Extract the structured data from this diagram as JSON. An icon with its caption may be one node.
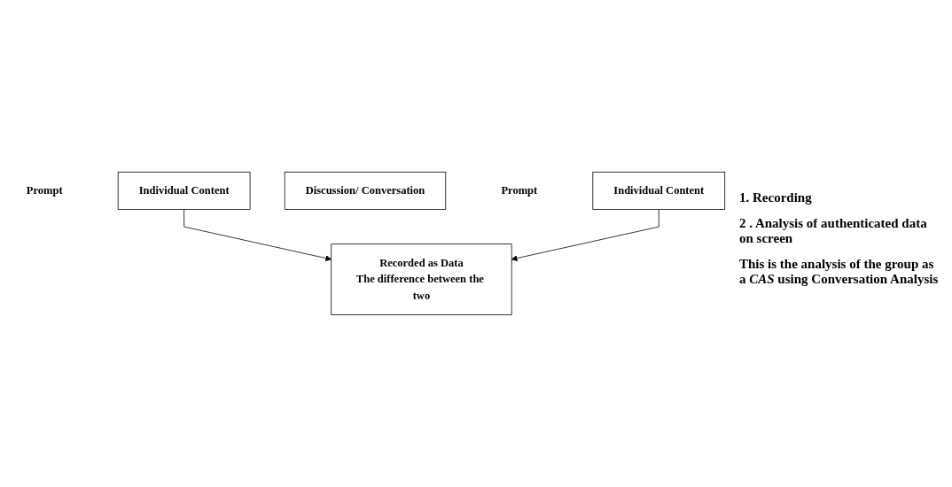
{
  "diagram": {
    "nodes": [
      {
        "text": [
          "Prompt"
        ]
      },
      {
        "text": [
          "Individual Content"
        ]
      },
      {
        "text": [
          "Discussion/ Conversation"
        ]
      },
      {
        "text": [
          "Prompt"
        ]
      },
      {
        "text": [
          "Individual Content"
        ]
      },
      {
        "text": [
          "Recorded as Data",
          "The difference between the two"
        ]
      }
    ],
    "edges": [
      {
        "from": 1,
        "to": 5,
        "arrow": "to"
      },
      {
        "from": 4,
        "to": 5,
        "arrow": "to"
      }
    ],
    "labels": [
      "1. Recording",
      "2 . Analysis of authenticated data on screen",
      "This is the analysis of the group as a *CAS* using Conversation Analysis"
    ]
  }
}
